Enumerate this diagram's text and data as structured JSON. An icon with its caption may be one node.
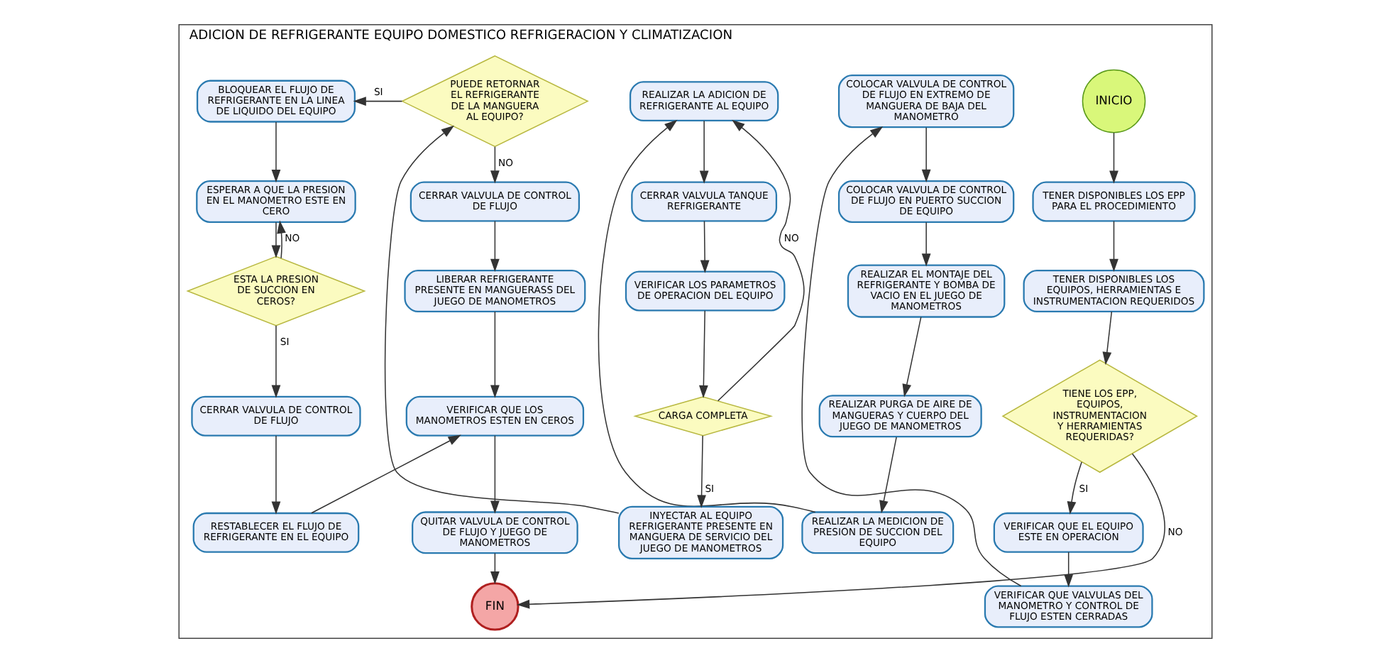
{
  "diagram": {
    "nodes": [
      {
        "text": [
          "ADICION DE REFRIGERANTE EQUIPO DOMESTICO REFRIGERACION Y CLIMATIZACION"
        ]
      },
      {
        "text": [
          "INICIO"
        ],
        "in": 0
      },
      {
        "text": [
          "TENER DISPONIBLES LOS EPP PARA EL PROCEDIMIENTO"
        ],
        "in": 0
      },
      {
        "text": [
          "TENER DISPONIBLES LOS EQUIPOS, HERRAMIENTAS E INSTRUMENTACION REQUERIDOS"
        ],
        "in": 0
      },
      {
        "text": [
          "TIENE LOS EPP, EQUIPOS, INSTRUMENTACION Y HERRAMIENTAS REQUERIDAS?"
        ],
        "in": 0
      },
      {
        "text": [
          "VERIFICAR QUE EL EQUIPO ESTE EN OPERACION"
        ],
        "in": 0
      },
      {
        "text": [
          "VERIFICAR QUE VALVULAS DEL MANOMETRO Y CONTROL DE FLUJO ESTEN CERRADAS"
        ],
        "in": 0
      },
      {
        "text": [
          "COLOCAR VALVULA DE CONTROL DE FLUJO EN EXTREMO DE MANGUERA DE BAJA DEL MANOMETRO"
        ],
        "in": 0
      },
      {
        "text": [
          "COLOCAR VALVULA DE CONTROL DE FLUJO EN PUERTO SUCCION DE EQUIPO"
        ],
        "in": 0
      },
      {
        "text": [
          "REALIZAR EL MONTAJE DEL REFRIGERANTE Y BOMBA DE VACIO EN EL JUEGO DE MANOMETROS"
        ],
        "in": 0
      },
      {
        "text": [
          "REALIZAR PURGA DE AIRE DE MANGUERAS Y CUERPO DEL JUEGO DE MANOMETROS"
        ],
        "in": 0
      },
      {
        "text": [
          "REALIZAR LA MEDICION DE PRESION DE SUCCION DEL EQUIPO"
        ],
        "in": 0
      },
      {
        "text": [
          "REALIZAR LA ADICION DE REFRIGERANTE AL EQUIPO"
        ],
        "in": 0
      },
      {
        "text": [
          "CERRAR VALVULA TANQUE REFRIGERANTE"
        ],
        "in": 0
      },
      {
        "text": [
          "VERIFICAR LOS PARAMETROS DE OPERACION DEL EQUIPO"
        ],
        "in": 0
      },
      {
        "text": [
          "CARGA COMPLETA"
        ],
        "in": 0
      },
      {
        "text": [
          "INYECTAR AL EQUIPO REFRIGERANTE PRESENTE EN MANGUERA DE SERVICIO DEL JUEGO DE MANOMETROS"
        ],
        "in": 0
      },
      {
        "text": [
          "PUEDE RETORNAR EL REFRIGERANTE DE LA MANGUERA AL EQUIPO?"
        ],
        "in": 0
      },
      {
        "text": [
          "CERRAR VALVULA DE CONTROL DE FLUJO"
        ],
        "in": 0
      },
      {
        "text": [
          "LIBERAR REFRIGERANTE PRESENTE EN MANGUERASS DEL JUEGO DE MANOMETROS"
        ],
        "in": 0
      },
      {
        "text": [
          "VERIFICAR QUE LOS MANOMETROS ESTEN EN CEROS"
        ],
        "in": 0
      },
      {
        "text": [
          "QUITAR VALVULA DE CONTROL DE FLUJO Y JUEGO DE MANOMETROS"
        ],
        "in": 0
      },
      {
        "text": [
          "BLOQUEAR EL FLUJO DE REFRIGERANTE EN LA LINEA DE LIQUIDO DEL EQUIPO"
        ],
        "in": 0
      },
      {
        "text": [
          "ESPERAR A QUE LA PRESION EN EL MANOMETRO ESTE EN CERO"
        ],
        "in": 0
      },
      {
        "text": [
          "ESTA LA PRESION DE SUCCION EN CEROS?"
        ],
        "in": 0
      },
      {
        "text": [
          "CERRAR VALVULA DE CONTROL DE FLUJO"
        ],
        "in": 0
      },
      {
        "text": [
          "RESTABLECER EL FLUJO DE REFRIGERANTE EN EL EQUIPO"
        ],
        "in": 0
      },
      {
        "text": [
          "FIN"
        ],
        "in": 0
      }
    ],
    "edges": [
      {
        "from": 1,
        "to": 2,
        "arrow": "to"
      },
      {
        "from": 2,
        "to": 3,
        "arrow": "to"
      },
      {
        "from": 3,
        "to": 4,
        "arrow": "to"
      },
      {
        "from": 4,
        "to": 5,
        "arrow": "to",
        "label": "SI"
      },
      {
        "from": 4,
        "to": 27,
        "arrow": "to",
        "label": "NO"
      },
      {
        "from": 5,
        "to": 6,
        "arrow": "to"
      },
      {
        "from": 6,
        "to": 7,
        "arrow": "to"
      },
      {
        "from": 7,
        "to": 8,
        "arrow": "to"
      },
      {
        "from": 8,
        "to": 9,
        "arrow": "to"
      },
      {
        "from": 9,
        "to": 10,
        "arrow": "to"
      },
      {
        "from": 10,
        "to": 11,
        "arrow": "to"
      },
      {
        "from": 11,
        "to": 12,
        "arrow": "to"
      },
      {
        "from": 12,
        "to": 13,
        "arrow": "to"
      },
      {
        "from": 13,
        "to": 14,
        "arrow": "to"
      },
      {
        "from": 14,
        "to": 15,
        "arrow": "to"
      },
      {
        "from": 15,
        "to": 16,
        "arrow": "to",
        "label": "SI"
      },
      {
        "from": 15,
        "to": 12,
        "arrow": "to",
        "label": "NO"
      },
      {
        "from": 16,
        "to": 17,
        "arrow": "to"
      },
      {
        "from": 17,
        "to": 22,
        "arrow": "to",
        "label": "SI"
      },
      {
        "from": 17,
        "to": 18,
        "arrow": "to",
        "label": "NO"
      },
      {
        "from": 18,
        "to": 19,
        "arrow": "to"
      },
      {
        "from": 19,
        "to": 20,
        "arrow": "to"
      },
      {
        "from": 20,
        "to": 21,
        "arrow": "to"
      },
      {
        "from": 21,
        "to": 27,
        "arrow": "to"
      },
      {
        "from": 22,
        "to": 23,
        "arrow": "to"
      },
      {
        "from": 23,
        "to": 24,
        "arrow": "to"
      },
      {
        "from": 24,
        "to": 25,
        "arrow": "to",
        "label": "SI"
      },
      {
        "from": 24,
        "to": 23,
        "arrow": "to",
        "label": "NO"
      },
      {
        "from": 25,
        "to": 26,
        "arrow": "to"
      },
      {
        "from": 26,
        "to": 20,
        "arrow": "to"
      }
    ]
  }
}
